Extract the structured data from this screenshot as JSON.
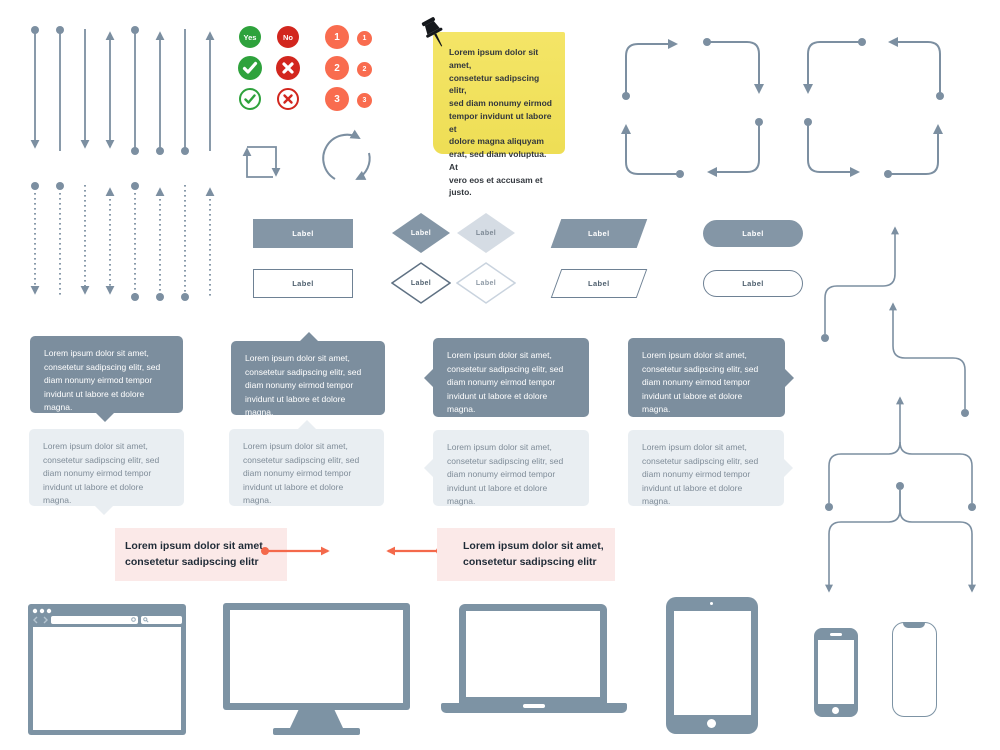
{
  "palette": {
    "slate": "#7C8FA1",
    "slate_fill": "#8496A6",
    "bubble_dark": "#7C8E9E",
    "bubble_light": "#E9EEF2",
    "green": "#2EA23C",
    "red": "#D2261E",
    "orange": "#F96C4F",
    "arrow_orange": "#F4694B",
    "sticky_yellow": "#F1E15F",
    "highlight_pink": "#FBE9E8"
  },
  "badges": {
    "yes": "Yes",
    "no": "No"
  },
  "steps": {
    "large": [
      "1",
      "2",
      "3"
    ],
    "small": [
      "1",
      "2",
      "3"
    ]
  },
  "sticky_note": {
    "text": "Lorem ipsum dolor sit amet,\nconsetetur sadipscing elitr,\nsed diam nonumy eirmod\ntempor invidunt ut labore et\ndolore magna aliquyam\nerat, sed diam voluptua. At\nvero eos et accusam et justo."
  },
  "flowchart": {
    "label": "Label"
  },
  "callout": {
    "text": "Lorem ipsum dolor sit amet,\nconsetetur sadipscing elitr, sed\ndiam nonumy eirmod tempor\ninvidunt ut labore et dolore magna."
  },
  "highlight": {
    "text": "Lorem ipsum dolor sit amet,\nconsetetur sadipscing elitr"
  }
}
